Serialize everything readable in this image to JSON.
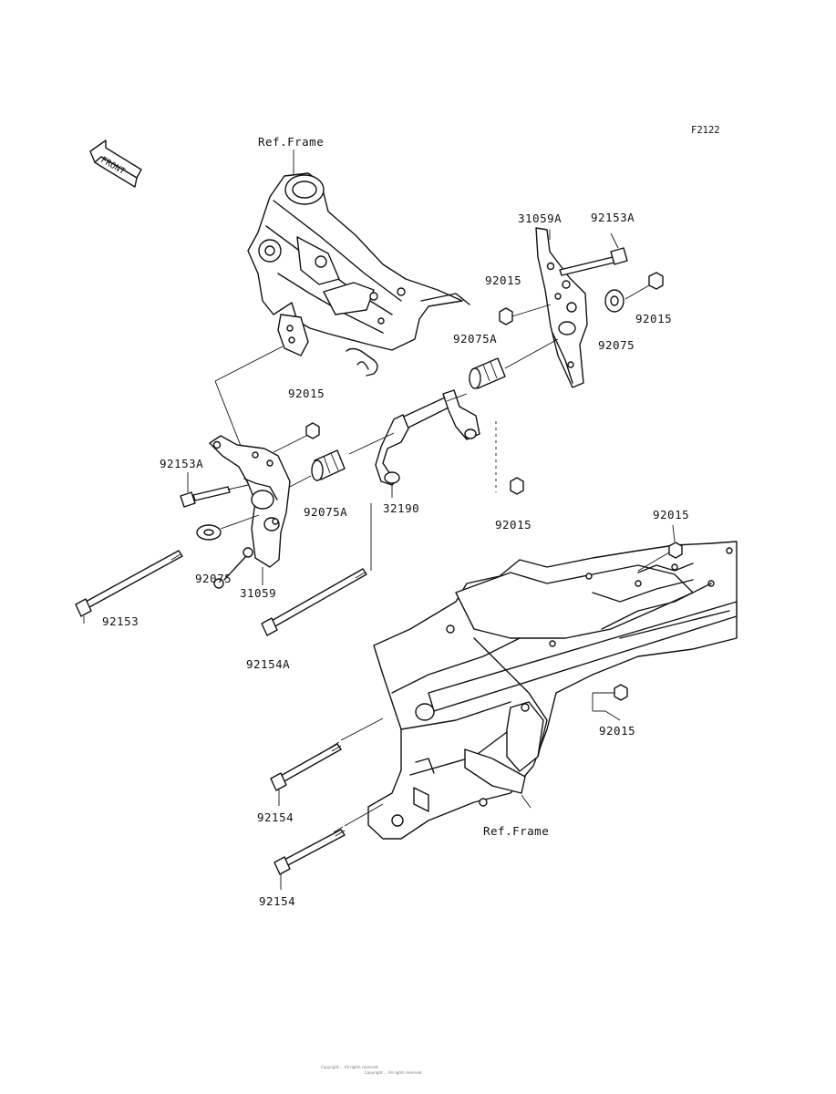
{
  "diagram_code": "F2122",
  "front_indicator": "FRONT",
  "ref_labels": {
    "top_frame": "Ref.Frame",
    "bottom_frame": "Ref.Frame"
  },
  "parts": {
    "p31059A": "31059A",
    "p92153A_top": "92153A",
    "p92015_upper_nut": "92015",
    "p92015_right_nut": "92015",
    "p92075": "92075",
    "p92075A_right": "92075A",
    "p92015_mid": "92015",
    "p92153A_left": "92153A",
    "p92075A_left": "92075A",
    "p32190": "32190",
    "p92015_center": "92015",
    "p92075_left": "92075",
    "p31059": "31059",
    "p92153": "92153",
    "p92154A": "92154A",
    "p92015_frame_top": "92015",
    "p92015_frame_right": "92015",
    "p92154_upper": "92154",
    "p92154_lower": "92154"
  },
  "footer_line1": "Copyright ... All rights reserved.",
  "footer_line2": "Copyright ... All rights reserved."
}
